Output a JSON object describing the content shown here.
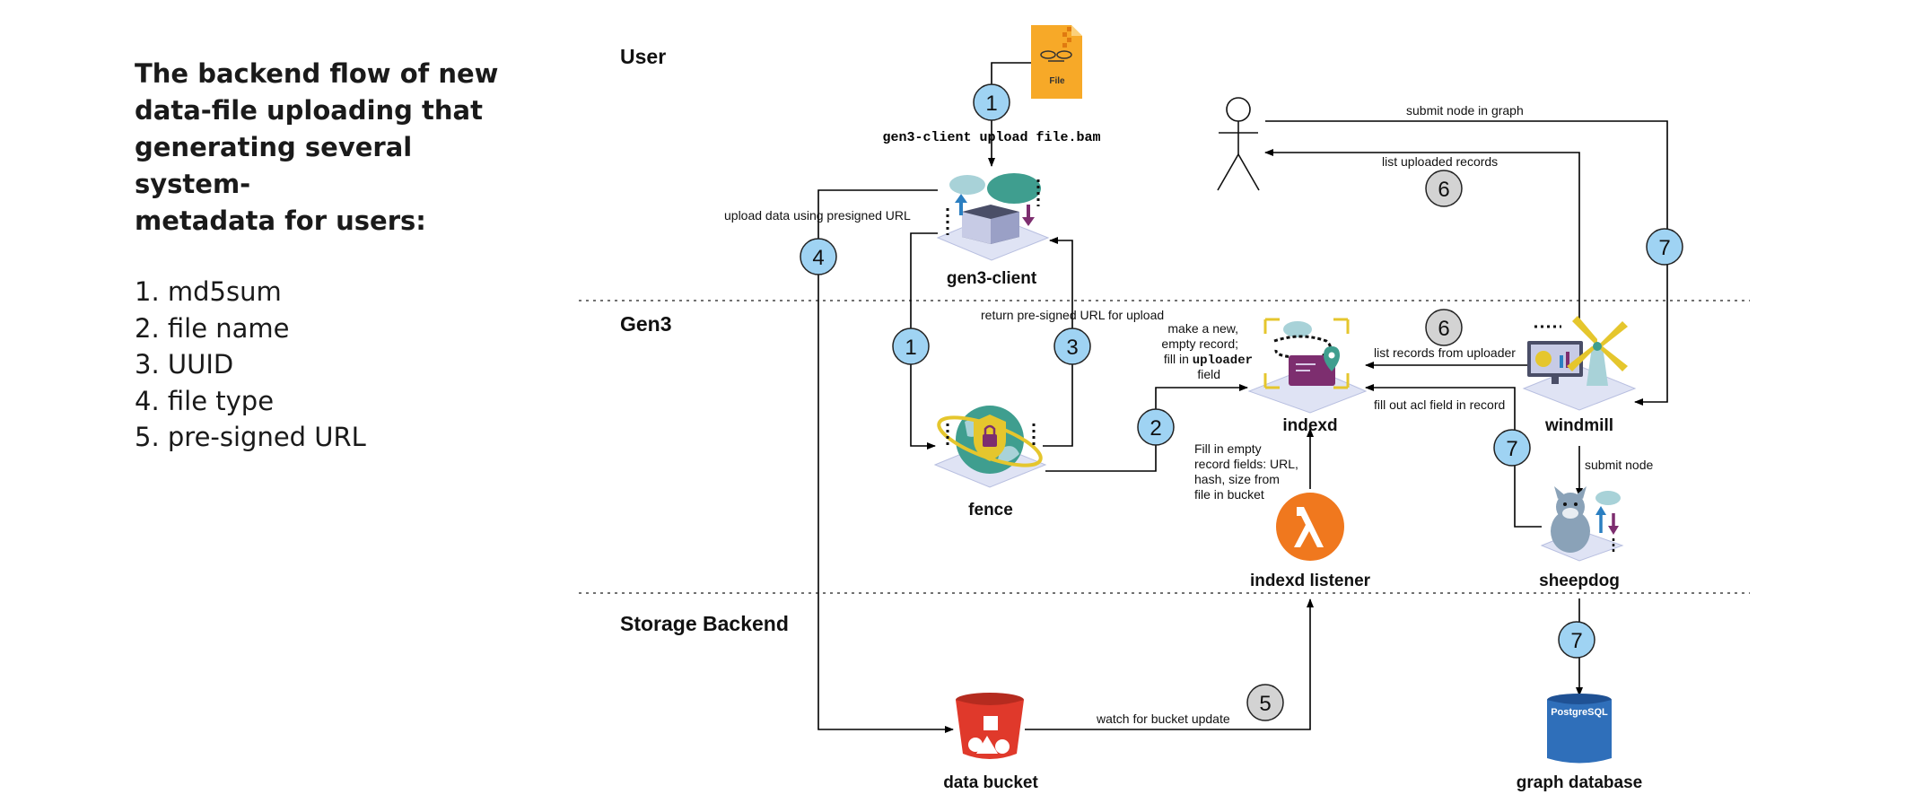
{
  "sidebar": {
    "title": "The backend flow of new data-file uploading that generating several system-metadata for users:",
    "title_lines": [
      "The backend flow of new",
      "data-file uploading that",
      "generating several system-",
      "metadata for users:"
    ],
    "items": [
      "1. md5sum",
      "2. file name",
      "3. UUID",
      "4. file type",
      "5. pre-signed URL"
    ]
  },
  "sections": {
    "user": "User",
    "gen3": "Gen3",
    "storage": "Storage Backend"
  },
  "nodes": {
    "file_icon_text": "File",
    "gen3_client": "gen3-client",
    "fence": "fence",
    "indexd": "indexd",
    "indexd_listener": "indexd listener",
    "windmill": "windmill",
    "sheepdog": "sheepdog",
    "data_bucket": "data bucket",
    "graph_database": "graph database",
    "postgres_text": "PostgreSQL"
  },
  "edges": {
    "command": "gen3-client upload file.bam",
    "upload_presigned": "upload data using presigned URL",
    "return_presigned": "return pre-signed URL for upload",
    "make_record_1": "make a new,",
    "make_record_2": "empty record;",
    "make_record_3a": "fill in ",
    "make_record_3b": "uploader",
    "make_record_4": "field",
    "fill_empty_1": "Fill in empty",
    "fill_empty_2": "record fields: URL,",
    "fill_empty_3": "hash, size from",
    "fill_empty_4": "file in bucket",
    "list_records_uploader": "list records from uploader",
    "fill_acl": "fill out acl field in record",
    "submit_node_graph": "submit node in graph",
    "list_uploaded": "list uploaded records",
    "submit_node": "submit node",
    "watch_bucket": "watch for bucket update"
  },
  "badges": [
    "1",
    "1",
    "2",
    "3",
    "4",
    "5",
    "6",
    "6",
    "7",
    "7",
    "7"
  ],
  "colors": {
    "badge_blue": "#9fd3f3",
    "badge_gray": "#d3d3d3",
    "file_orange": "#f7a928",
    "aws_red": "#e0392b",
    "postgres_blue": "#2f6fba",
    "lambda_orange": "#f0781e",
    "purple": "#7d2e6f"
  }
}
